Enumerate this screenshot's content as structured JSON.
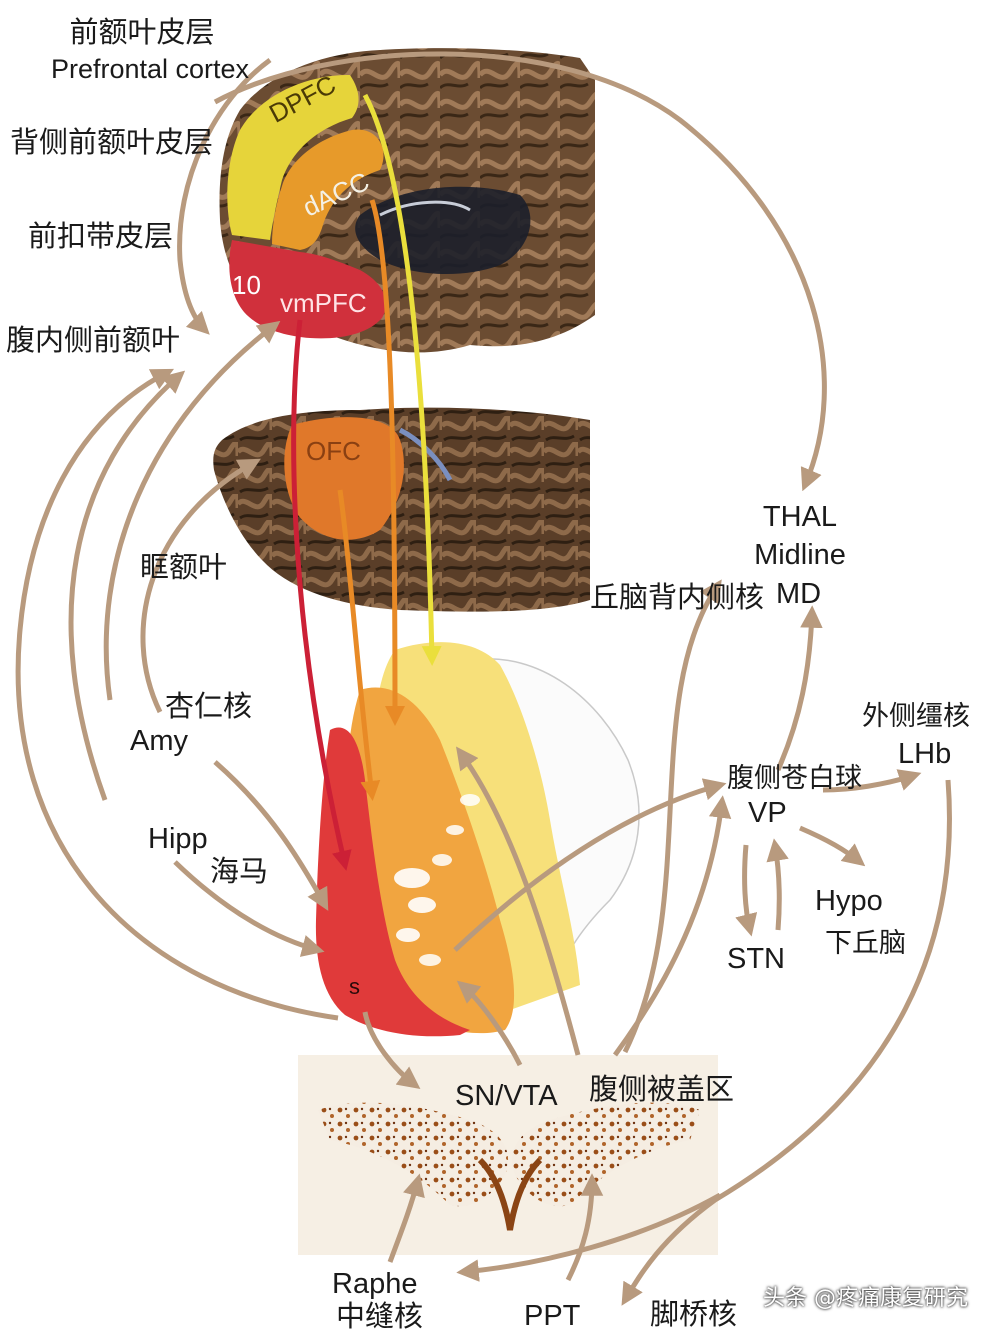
{
  "labels": {
    "prefrontal_zh": "前额叶皮层",
    "prefrontal_en": "Prefrontal cortex",
    "dorsal_pfc_zh": "背侧前额叶皮层",
    "anterior_cingulate_zh": "前扣带皮层",
    "ventromedial_zh": "腹内侧前额叶",
    "orbitofrontal_zh": "眶额叶",
    "amygdala_zh": "杏仁核",
    "amygdala_en": "Amy",
    "hippocampus_en": "Hipp",
    "hippocampus_zh": "海马",
    "thalamus_en": "THAL",
    "midline_en": "Midline",
    "md_zh": "丘脑背内侧核",
    "md_en": "MD",
    "lateral_habenula_zh": "外侧缰核",
    "lateral_habenula_en": "LHb",
    "ventral_pallidum_zh": "腹侧苍白球",
    "ventral_pallidum_en": "VP",
    "hypothalamus_en": "Hypo",
    "hypothalamus_zh": "下丘脑",
    "stn_en": "STN",
    "sn_vta_en": "SN/VTA",
    "vta_zh": "腹侧被盖区",
    "raphe_en": "Raphe",
    "raphe_zh": "中缝核",
    "ppt_en": "PPT",
    "ppt_zh": "脚桥核"
  },
  "regions": {
    "dpfc": "DPFC",
    "dacc": "dACC",
    "area10": "10",
    "vmpfc": "vmPFC",
    "ofc": "OFC",
    "striatum": "s"
  },
  "watermark": "头条 @疼痛康复研究",
  "colors": {
    "connection_arrow": "#b89a7e",
    "dpfc_yellow": "#e6d43a",
    "dacc_orange": "#e79a2a",
    "vmpfc_red": "#d0303c",
    "ofc_orange": "#e0782a",
    "striatum_red": "#e03a3a"
  }
}
